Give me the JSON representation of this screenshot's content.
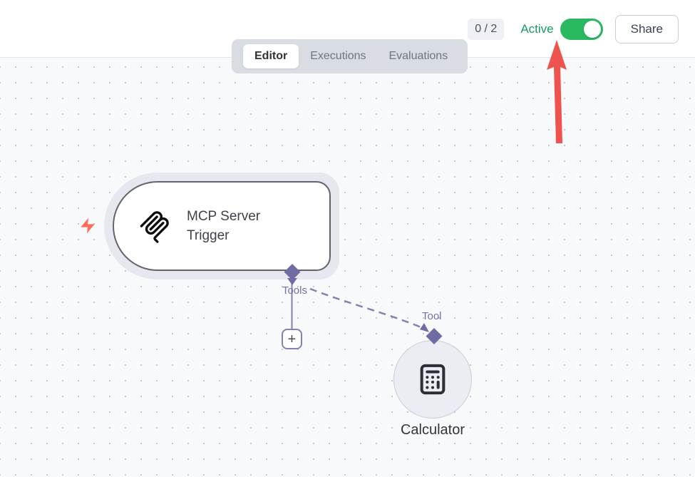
{
  "header": {
    "issues_badge": "0 / 2",
    "active_label": "Active",
    "toggle_state": "on",
    "share_label": "Share"
  },
  "tabs": {
    "editor": "Editor",
    "executions": "Executions",
    "evaluations": "Evaluations",
    "active_tab": "Editor"
  },
  "workflow": {
    "trigger_node": {
      "title": "MCP Server Trigger",
      "icon": "mcp-logo",
      "output_connector_label": "Tools"
    },
    "connection": {
      "label": "Tool",
      "style": "dashed"
    },
    "tool_node": {
      "title": "Calculator",
      "icon": "calculator"
    },
    "add_tool_button": "+"
  },
  "annotation": {
    "shape": "red-arrow-pointing-up-at-active-toggle",
    "color": "#ef534e"
  },
  "colors": {
    "active_green": "#149b62",
    "toggle_green": "#2ab860",
    "connector_purple": "#6f6ba3",
    "node_border": "#63636c",
    "canvas_bg": "#f8f9fb"
  }
}
